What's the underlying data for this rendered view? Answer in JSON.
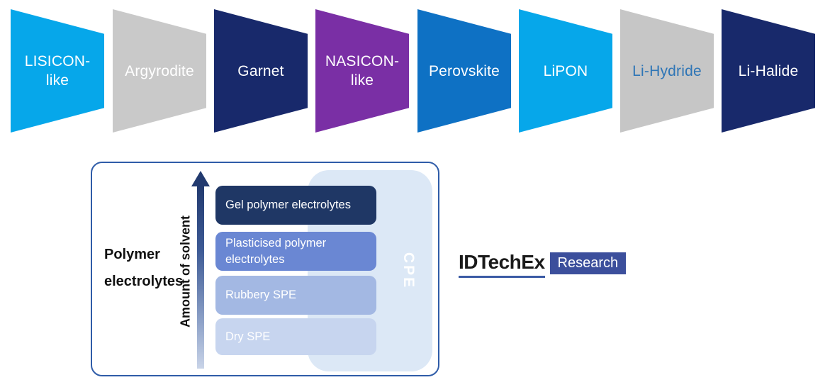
{
  "electrolyte_classes": [
    {
      "label": "LISICON-like",
      "display_lines": [
        "LISICON-",
        "like"
      ],
      "bg": "#06A7EA",
      "fg": "#FFFFFF"
    },
    {
      "label": "Argyrodite",
      "display_lines": [
        "Argyrodite"
      ],
      "bg": "#C9C9C9",
      "fg": "#FFFFFF"
    },
    {
      "label": "Garnet",
      "display_lines": [
        "Garnet"
      ],
      "bg": "#18296B",
      "fg": "#FFFFFF"
    },
    {
      "label": "NASICON-like",
      "display_lines": [
        "NASICON-",
        "like"
      ],
      "bg": "#7A2FA5",
      "fg": "#FFFFFF"
    },
    {
      "label": "Perovskite",
      "display_lines": [
        "Perovskite"
      ],
      "bg": "#0E71C4",
      "fg": "#FFFFFF"
    },
    {
      "label": "LiPON",
      "display_lines": [
        "LiPON"
      ],
      "bg": "#06A7EA",
      "fg": "#FFFFFF"
    },
    {
      "label": "Li-Hydride",
      "display_lines": [
        "Li-Hydride"
      ],
      "bg": "#C6C6C6",
      "fg": "#2E75B6"
    },
    {
      "label": "Li-Halide",
      "display_lines": [
        "Li-Halide"
      ],
      "bg": "#18296B",
      "fg": "#FFFFFF"
    }
  ],
  "polymer_diagram": {
    "side_label_lines": [
      "Polymer",
      "electrolytes"
    ],
    "axis_label": "Amount of solvent",
    "axis_direction": "up",
    "cpe_label": "CPE",
    "cpe_bg": "#DCE8F6",
    "border_color": "#2F5CA8",
    "bars": [
      {
        "label": "Gel polymer electrolytes",
        "bg": "#1F3765",
        "fg": "#FFFFFF"
      },
      {
        "label": "Plasticised polymer electrolytes",
        "bg": "#6A87D3",
        "fg": "#FFFFFF"
      },
      {
        "label": "Rubbery SPE",
        "bg": "#A3B8E3",
        "fg": "#FFFFFF"
      },
      {
        "label": "Dry SPE",
        "bg": "#C7D5EF",
        "fg": "#FFFFFF"
      }
    ]
  },
  "logo": {
    "brand": "IDTechEx",
    "badge": "Research",
    "brand_text_color": "#1A1A1A",
    "underline_color": "#3B5BA5",
    "badge_bg": "#3C4F9C",
    "badge_fg": "#FFFFFF"
  }
}
